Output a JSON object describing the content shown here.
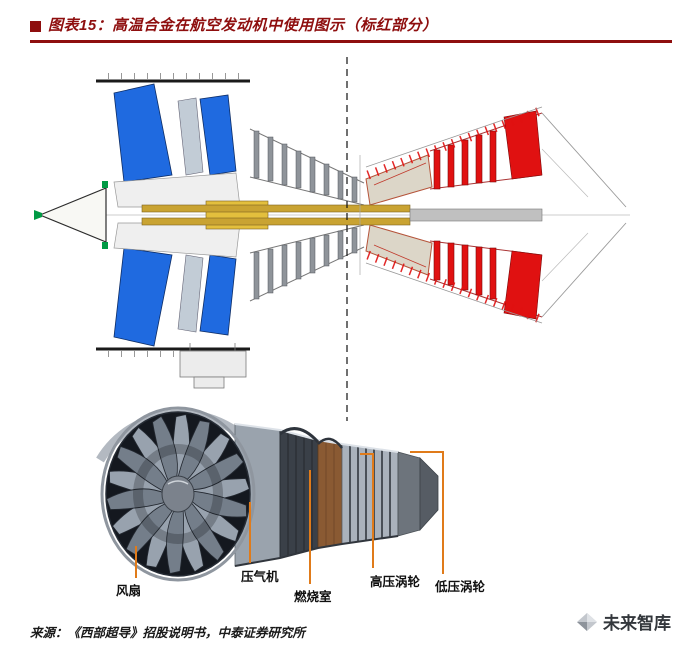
{
  "header": {
    "figure_label": "图表15：高温合金在航空发动机中使用图示（标红部分）"
  },
  "colors": {
    "accent_red": "#8e0e0e",
    "diagram_blue": "#1f6ae0",
    "diagram_red": "#e01111",
    "shaft_gold": "#c9a332",
    "callout_orange": "#e07b1a"
  },
  "engine": {
    "callouts": [
      {
        "label": "风扇"
      },
      {
        "label": "压气机"
      },
      {
        "label": "燃烧室"
      },
      {
        "label": "高压涡轮"
      },
      {
        "label": "低压涡轮"
      }
    ]
  },
  "footer": {
    "source": "来源：《西部超导》招股说明书，中泰证券研究所"
  },
  "watermark": {
    "brand": "未来智库"
  }
}
